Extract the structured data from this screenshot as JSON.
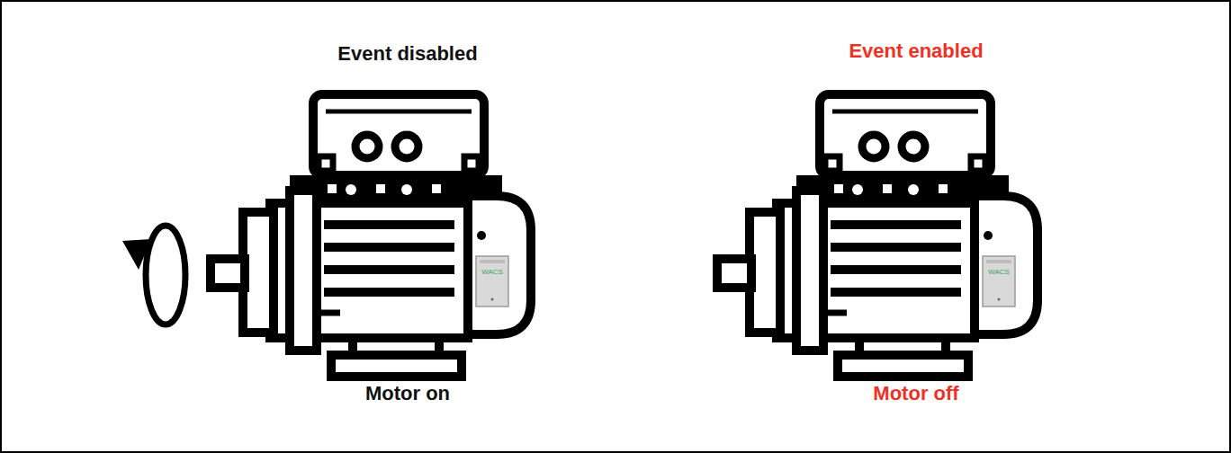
{
  "diagram": {
    "labels": [
      "Event disabled",
      "Motor on",
      "WACS",
      "Event enabled",
      "Motor off",
      "WACS"
    ]
  }
}
